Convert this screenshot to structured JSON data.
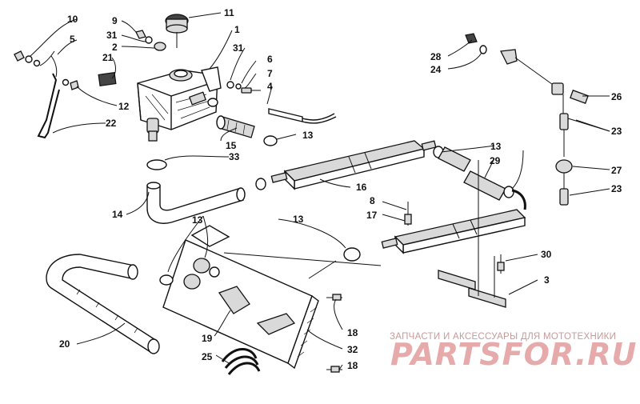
{
  "callouts": {
    "c1": "1",
    "c2": "2",
    "c3": "3",
    "c4": "4",
    "c5": "5",
    "c6": "6",
    "c7": "7",
    "c8": "8",
    "c9": "9",
    "c10": "10",
    "c11": "11",
    "c12": "12",
    "c13a": "13",
    "c13b": "13",
    "c13c": "13",
    "c13d": "13",
    "c14": "14",
    "c15": "15",
    "c16": "16",
    "c17": "17",
    "c18a": "18",
    "c18b": "18",
    "c19": "19",
    "c20": "20",
    "c21": "21",
    "c22": "22",
    "c23a": "23",
    "c23b": "23",
    "c24": "24",
    "c25": "25",
    "c26": "26",
    "c27": "27",
    "c28": "28",
    "c29": "29",
    "c30": "30",
    "c31a": "31",
    "c31b": "31",
    "c32": "32",
    "c33": "33"
  },
  "watermark": {
    "tagline": "ЗАПЧАСТИ И АКСЕССУАРЫ ДЛЯ МОТОТЕХНИКИ",
    "logo": "PARTSFOR.RU"
  }
}
